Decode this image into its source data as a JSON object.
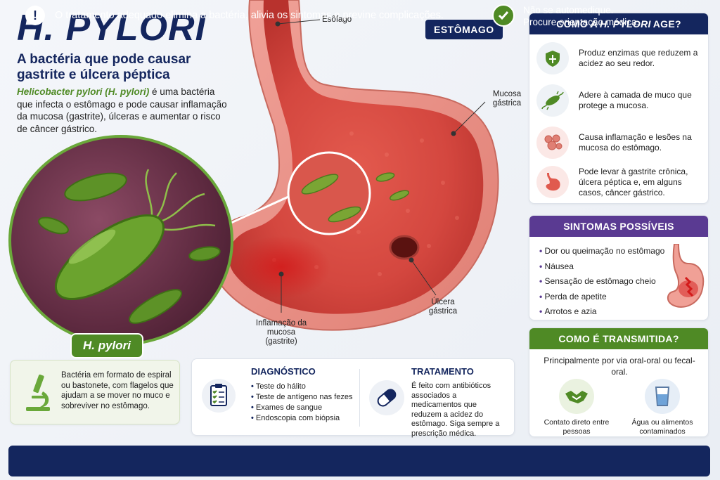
{
  "title": "H. PYLORI",
  "subtitle": "A bactéria que pode causar gastrite e úlcera péptica",
  "intro": {
    "scientific_name": "Helicobacter pylori (H. pylori)",
    "text": " é uma bactéria que infecta o estômago e pode causar inflamação da mucosa (gastrite), úlceras e aumentar o risco de câncer gástrico."
  },
  "stomach": {
    "tag": "ESTÔMAGO",
    "labels": {
      "esophagus": "Esôfago",
      "mucosa": "Mucosa gástrica",
      "ulcer": "Úlcera gástrica",
      "inflammation": "Inflamação da mucosa (gastrite)"
    }
  },
  "bacterium_tag": "H. pylori",
  "morphology": "Bactéria em formato de espiral ou bastonete, com flagelos que ajudam a se mover no muco e sobreviver no estômago.",
  "diagnosis": {
    "heading": "DIAGNÓSTICO",
    "items": [
      "Teste do hálito",
      "Teste de antígeno nas fezes",
      "Exames de sangue",
      "Endoscopia com biópsia"
    ]
  },
  "treatment": {
    "heading": "TRATAMENTO",
    "text": "É feito com antibióticos associados a medicamentos que reduzem a acidez do estômago. Siga sempre a prescrição médica."
  },
  "how_it_acts": {
    "heading_prefix": "COMO A ",
    "heading_em": "H. PYLORI",
    "heading_suffix": " AGE?",
    "items": [
      "Produz enzimas que reduzem a acidez ao seu redor.",
      "Adere à camada de muco que protege a mucosa.",
      "Causa inflamação e lesões na mucosa do estômago.",
      "Pode levar à gastrite crônica, úlcera péptica e, em alguns casos, câncer gástrico."
    ]
  },
  "symptoms": {
    "heading": "SINTOMAS POSSÍVEIS",
    "items": [
      "Dor ou queimação no estômago",
      "Náusea",
      "Sensação de estômago cheio",
      "Perda de apetite",
      "Arrotos e azia"
    ]
  },
  "transmission": {
    "heading": "COMO É TRANSMITIDA?",
    "intro": "Principalmente por via oral-oral ou fecal-oral.",
    "items": [
      "Contato direto entre pessoas",
      "Água ou alimentos contaminados"
    ]
  },
  "footer": {
    "message": "O tratamento adequado elimina a bactéria, alivia os sintomas e previne complicações.",
    "advice_line1": "Não se automedique.",
    "advice_line2": "Procure orientação médica."
  },
  "colors": {
    "navy": "#14265e",
    "green": "#4f8a25",
    "purple": "#5a3a92",
    "tissue": "#d9534f"
  }
}
